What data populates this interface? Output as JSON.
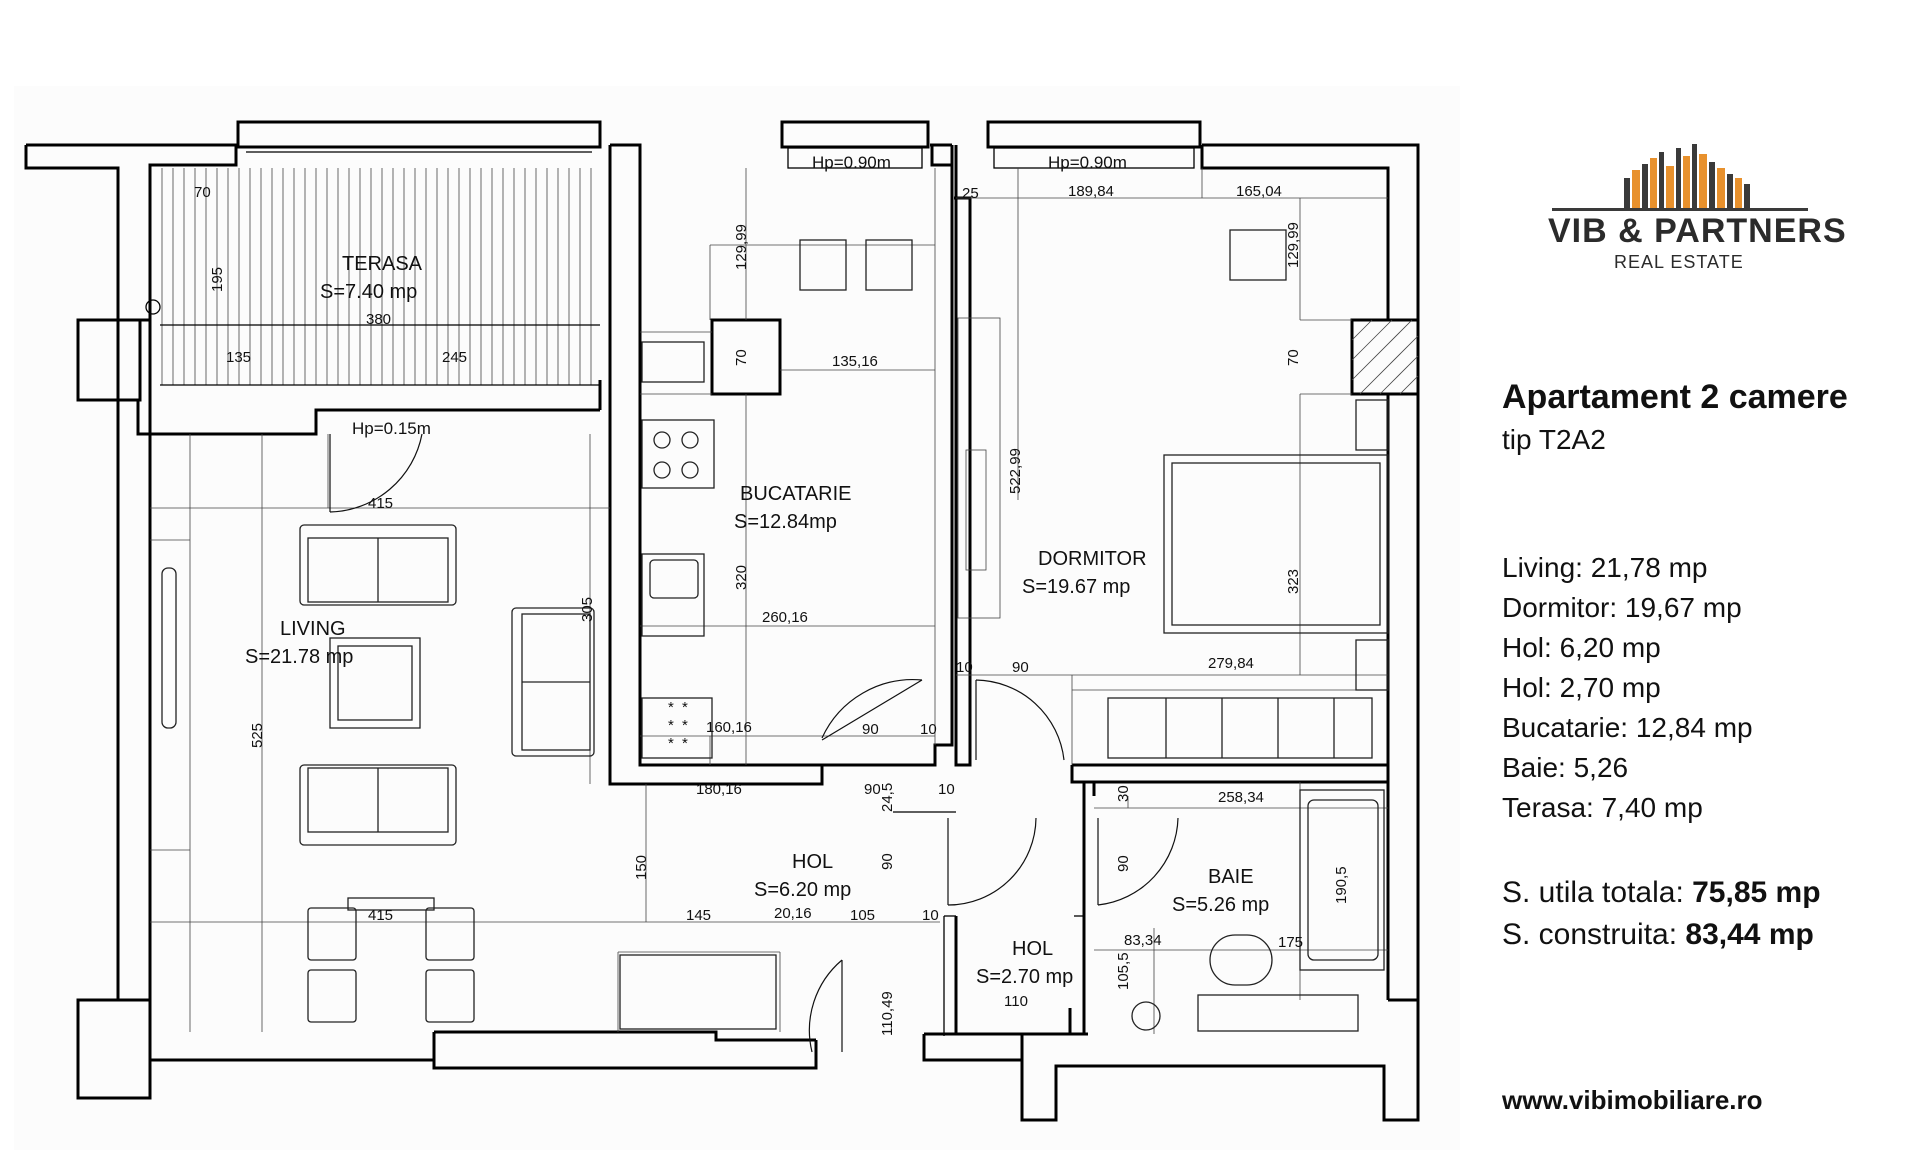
{
  "brand": {
    "name": "VIB & PARTNERS",
    "subtitle": "REAL ESTATE",
    "colors": {
      "orange": "#E8912D",
      "dark": "#3a3a3a"
    }
  },
  "apartment": {
    "title": "Apartament 2 camere",
    "type": "tip T2A2"
  },
  "areas": [
    {
      "label": "Living: 21,78 mp"
    },
    {
      "label": "Dormitor: 19,67 mp"
    },
    {
      "label": "Hol: 6,20 mp"
    },
    {
      "label": "Hol: 2,70 mp"
    },
    {
      "label": "Bucatarie: 12,84 mp"
    },
    {
      "label": "Baie: 5,26"
    },
    {
      "label": "Terasa: 7,40 mp"
    }
  ],
  "totals": {
    "useful_label": "S. utila totala: ",
    "useful_value": "75,85 mp",
    "built_label": "S. construita: ",
    "built_value": "83,44 mp"
  },
  "website": "www.vibimobiliare.ro",
  "plan": {
    "rooms": {
      "terasa_name": "TERASA",
      "terasa_area": "S=7.40  mp",
      "living_name": "LIVING",
      "living_area": "S=21.78  mp",
      "bucatarie_name": "BUCATARIE",
      "bucatarie_area": "S=12.84mp",
      "dormitor_name": "DORMITOR",
      "dormitor_area": "S=19.67  mp",
      "hol1_name": "HOL",
      "hol1_area": "S=6.20  mp",
      "hol2_name": "HOL",
      "hol2_area": "S=2.70  mp",
      "baie_name": "BAIE",
      "baie_area": "S=5.26  mp"
    },
    "window_heights": {
      "kitchen": "Hp=0.90m",
      "bedroom": "Hp=0.90m",
      "living": "Hp=0.15m"
    },
    "dimensions": {
      "t70": "70",
      "t195": "195",
      "t380": "380",
      "t135": "135",
      "t245": "245",
      "l415a": "415",
      "l525": "525",
      "l415b": "415",
      "l305": "305",
      "k129": "129,99",
      "k70": "70",
      "k135": "135,16",
      "k320": "320",
      "k260": "260,16",
      "k160": "160,16",
      "k90": "90",
      "k10": "10",
      "k180": "180,16",
      "d25": "25",
      "d189": "189,84",
      "d165": "165,04",
      "d129": "129,99",
      "d70": "70",
      "d522": "522,99",
      "d323": "323",
      "d279": "279,84",
      "d10": "10",
      "d90": "90",
      "h90a": "90",
      "h24": "24,5",
      "h10a": "10",
      "h90b": "90",
      "h150": "150",
      "h145": "145",
      "h20": "20,16",
      "h105": "105",
      "h10b": "10",
      "h110v": "110,49",
      "h110": "110",
      "b30": "30",
      "b258": "258,34",
      "b90": "90",
      "b190": "190,5",
      "b83": "83,34",
      "b175": "175",
      "b105": "105,5"
    }
  }
}
